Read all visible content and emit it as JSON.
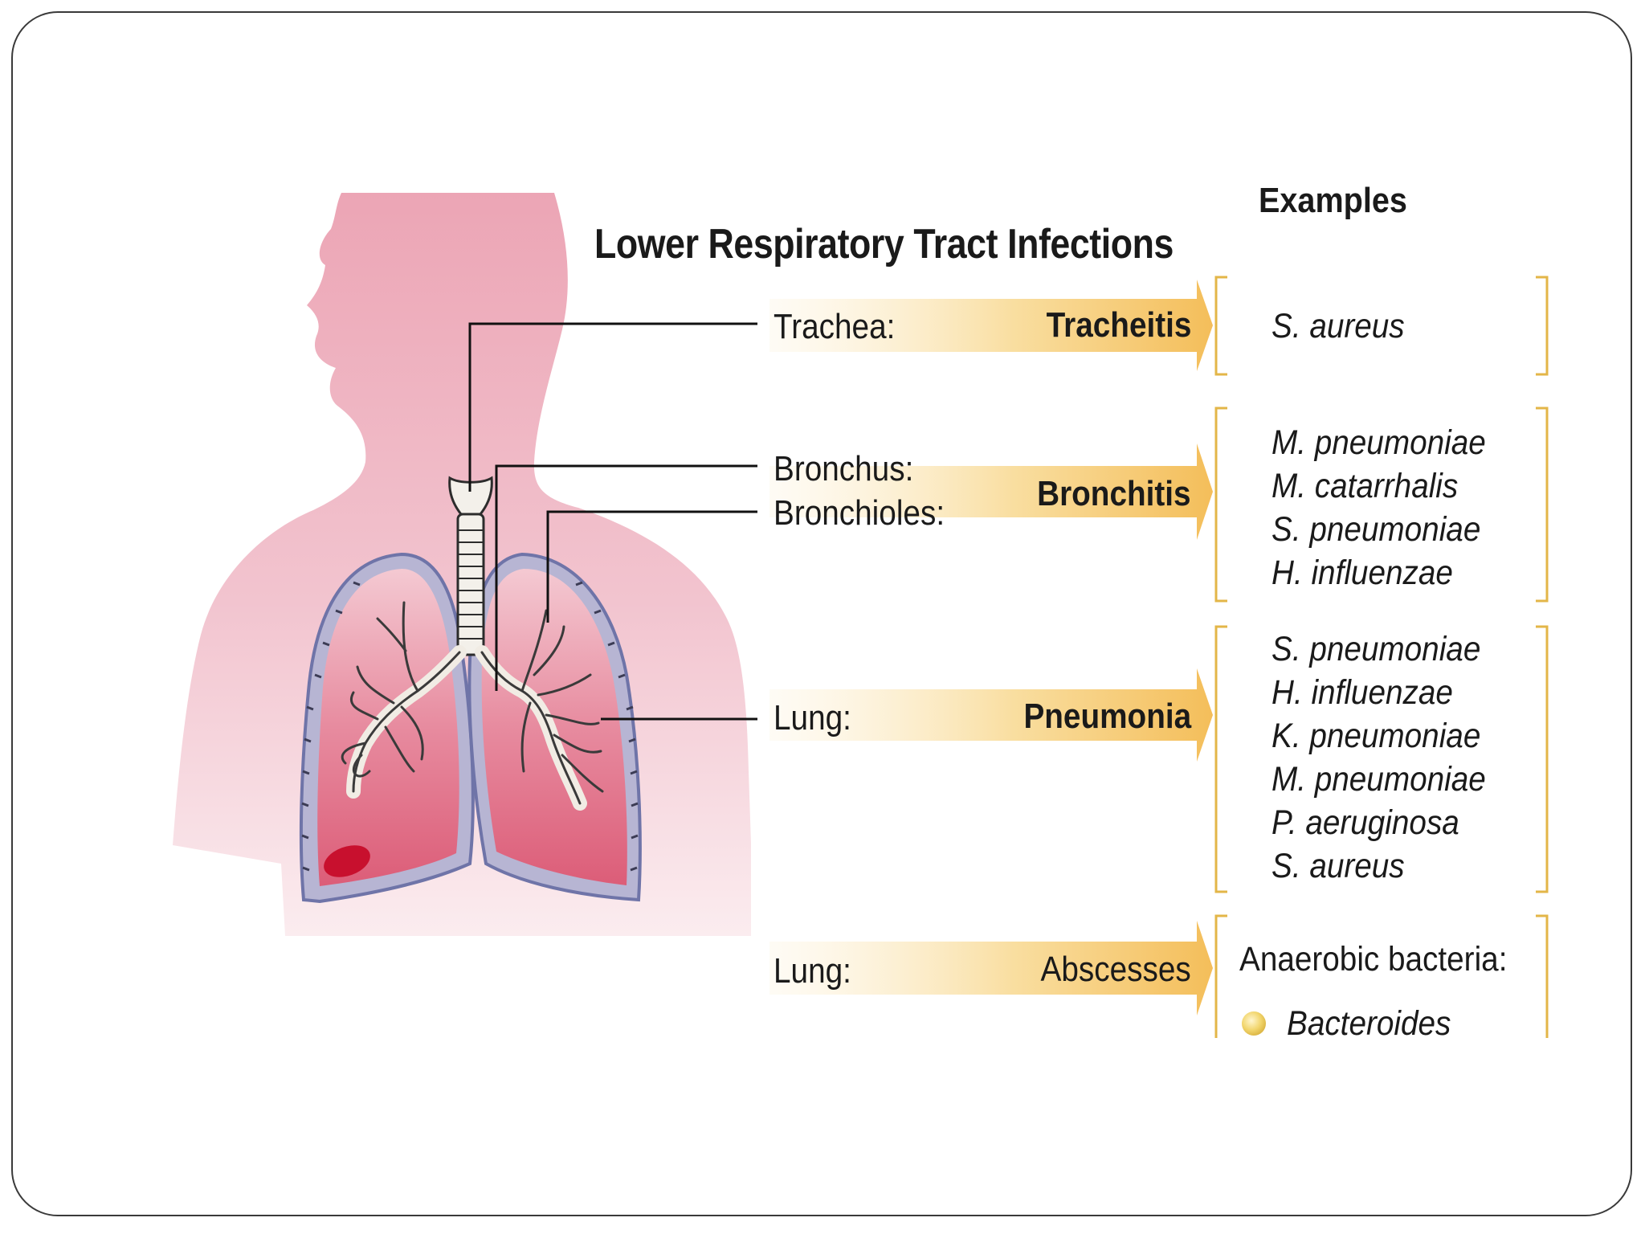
{
  "diagram": {
    "title": "Lower Respiratory Tract Infections",
    "examples_heading": "Examples",
    "rows": [
      {
        "site": "Trachea:",
        "disease": "Tracheitis",
        "organisms": [
          "S. aureus"
        ]
      },
      {
        "site_lines": [
          "Bronchus:",
          "Bronchioles:"
        ],
        "disease": "Bronchitis",
        "organisms": [
          "M. pneumoniae",
          "M. catarrhalis",
          "S. pneumoniae",
          "H. influenzae"
        ]
      },
      {
        "site": "Lung:",
        "disease": "Pneumonia",
        "organisms": [
          "S. pneumoniae",
          "H. influenzae",
          "K. pneumoniae",
          "M. pneumoniae",
          "P. aeruginosa",
          "S. aureus"
        ]
      },
      {
        "site": "Lung:",
        "disease": "Abscesses",
        "group_label": "Anaerobic bacteria:",
        "organisms": [
          "Bacteroides"
        ]
      }
    ]
  },
  "colors": {
    "body_skin": "#eeb0bd",
    "lung_fill": "#e06a82",
    "pleura_outline": "#7e84b0",
    "arrow_fill": "#f6c565",
    "bracket": "#e3b648",
    "lesion": "#c8102e"
  }
}
